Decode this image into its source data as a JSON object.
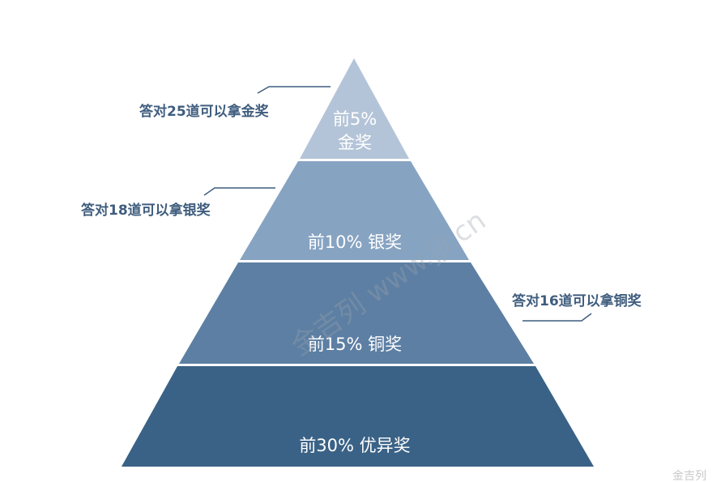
{
  "tiers": [
    {
      "line1": "前5%",
      "line2": "金奖",
      "color": "#b4c4d8"
    },
    {
      "label": "前10% 银奖",
      "color": "#87a3c2"
    },
    {
      "label": "前15% 铜奖",
      "color": "#5d7fa3"
    },
    {
      "label": "前30% 优异奖",
      "color": "#3a6286"
    }
  ],
  "notes": {
    "gold": "答对25道可以拿金奖",
    "silver": "答对18道可以拿银奖",
    "bronze": "答对16道可以拿铜奖"
  },
  "watermark": {
    "center": "金吉列 www.jjl.cn",
    "corner": "金吉列"
  }
}
